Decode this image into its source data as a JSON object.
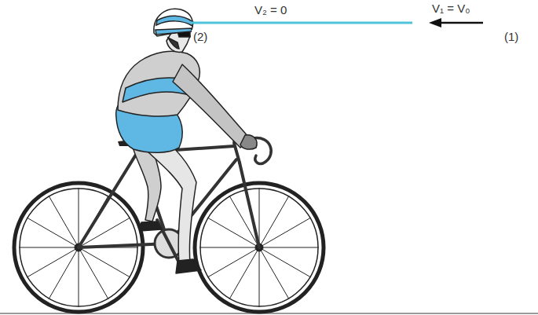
{
  "diagram": {
    "labels": [
      "V₂ = 0",
      "V₁ = V₀",
      "(2)",
      "(1)"
    ]
  }
}
